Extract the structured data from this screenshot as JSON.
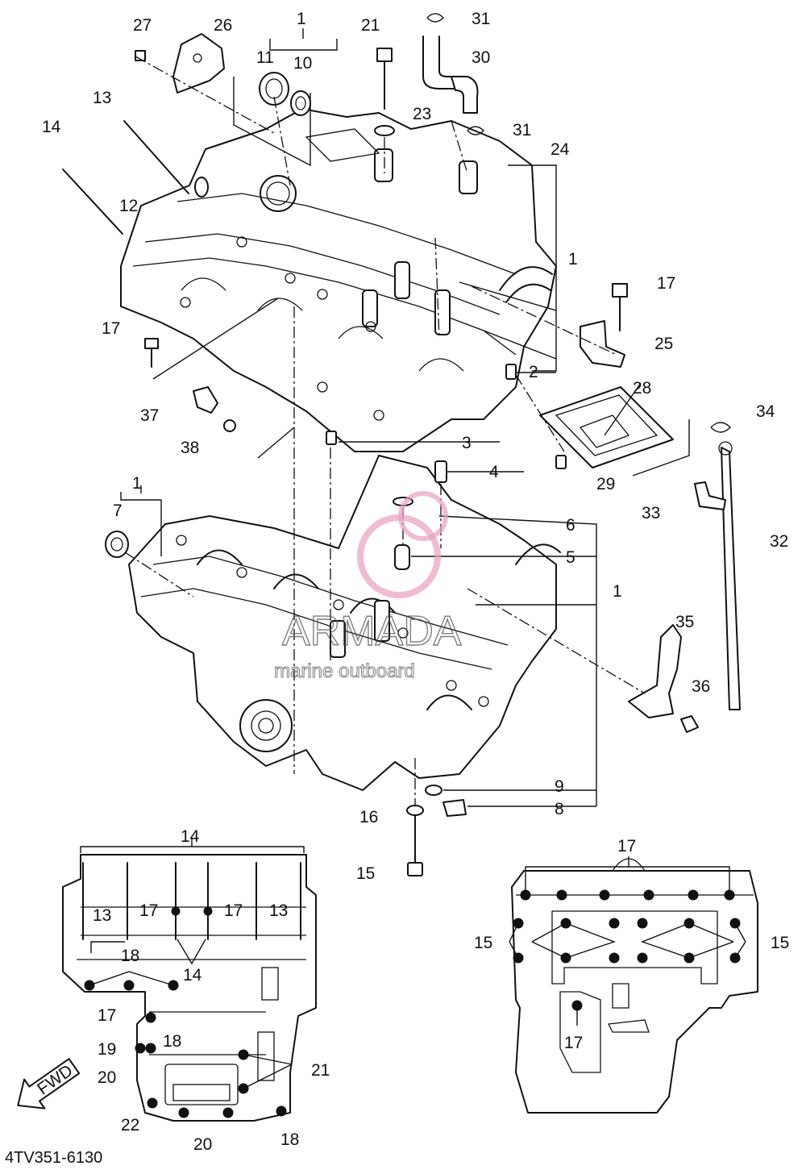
{
  "diagram": {
    "drawing_code": "4TV351-6130",
    "direction_label": "FWD",
    "watermark": {
      "brand": "ARMADA",
      "tagline": "marine outboard"
    },
    "callouts": [
      "1",
      "2",
      "3",
      "4",
      "5",
      "6",
      "7",
      "8",
      "9",
      "10",
      "11",
      "12",
      "13",
      "14",
      "15",
      "16",
      "17",
      "18",
      "19",
      "20",
      "21",
      "22",
      "23",
      "24",
      "25",
      "26",
      "27",
      "28",
      "29",
      "30",
      "31",
      "32",
      "33",
      "34",
      "35",
      "36",
      "37",
      "38"
    ],
    "colors": {
      "ink": "#111111",
      "background": "#ffffff",
      "watermark_logo": "#e8a0c0"
    }
  }
}
